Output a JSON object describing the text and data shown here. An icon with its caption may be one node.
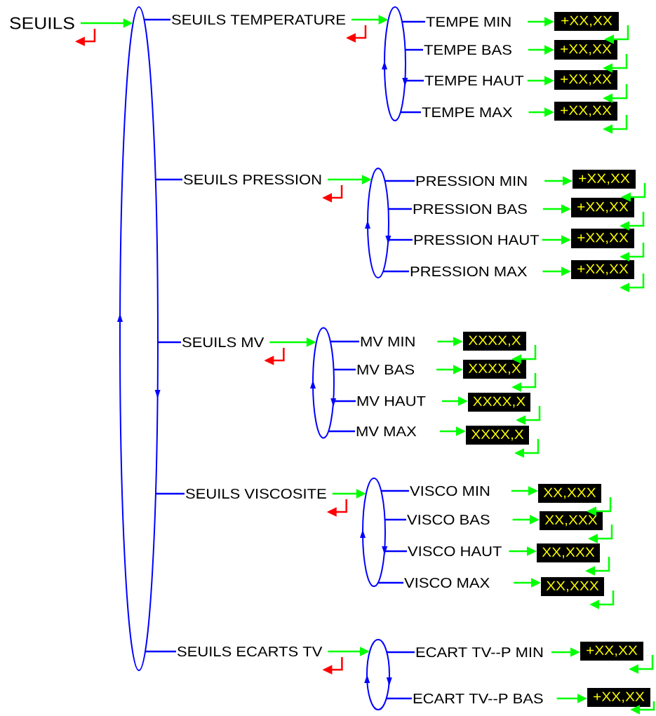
{
  "diagram": {
    "nodes": [
      {
        "text": [
          "SEUILS"
        ]
      },
      {
        "text": [],
        "shape": "ellipse"
      },
      {
        "text": [
          "SEUILS TEMPERATURE"
        ]
      },
      {
        "text": [],
        "shape": "ellipse"
      },
      {
        "text": [
          "TEMPE MIN"
        ]
      },
      {
        "text": [
          "+XX,XX"
        ]
      },
      {
        "text": [
          "TEMPE BAS"
        ]
      },
      {
        "text": [
          "+XX,XX"
        ]
      },
      {
        "text": [
          "TEMPE HAUT"
        ]
      },
      {
        "text": [
          "+XX,XX"
        ]
      },
      {
        "text": [
          "TEMPE MAX"
        ]
      },
      {
        "text": [
          "+XX,XX"
        ]
      },
      {
        "text": [
          "SEUILS PRESSION"
        ]
      },
      {
        "text": [],
        "shape": "ellipse"
      },
      {
        "text": [
          "PRESSION MIN"
        ]
      },
      {
        "text": [
          "+XX,XX"
        ]
      },
      {
        "text": [
          "PRESSION BAS"
        ]
      },
      {
        "text": [
          "+XX,XX"
        ]
      },
      {
        "text": [
          "PRESSION HAUT"
        ]
      },
      {
        "text": [
          "+XX,XX"
        ]
      },
      {
        "text": [
          "PRESSION MAX"
        ]
      },
      {
        "text": [
          "+XX,XX"
        ]
      },
      {
        "text": [
          "SEUILS MV"
        ]
      },
      {
        "text": [],
        "shape": "ellipse"
      },
      {
        "text": [
          "MV MIN"
        ]
      },
      {
        "text": [
          "XXXX,X"
        ]
      },
      {
        "text": [
          "MV BAS"
        ]
      },
      {
        "text": [
          "XXXX,X"
        ]
      },
      {
        "text": [
          "MV HAUT"
        ]
      },
      {
        "text": [
          "XXXX,X"
        ]
      },
      {
        "text": [
          "MV MAX"
        ]
      },
      {
        "text": [
          "XXXX,X"
        ]
      },
      {
        "text": [
          "SEUILS VISCOSITE"
        ]
      },
      {
        "text": [],
        "shape": "ellipse"
      },
      {
        "text": [
          "VISCO MIN"
        ]
      },
      {
        "text": [
          "XX,XXX"
        ]
      },
      {
        "text": [
          "VISCO BAS"
        ]
      },
      {
        "text": [
          "XX,XXX"
        ]
      },
      {
        "text": [
          "VISCO HAUT"
        ]
      },
      {
        "text": [
          "XX,XXX"
        ]
      },
      {
        "text": [
          "VISCO MAX"
        ]
      },
      {
        "text": [
          "XX,XXX"
        ]
      },
      {
        "text": [
          "SEUILS ECARTS TV"
        ]
      },
      {
        "text": [],
        "shape": "ellipse"
      },
      {
        "text": [
          "ECART TV--P MIN"
        ]
      },
      {
        "text": [
          "+XX,XX"
        ]
      },
      {
        "text": [
          "ECART TV--P BAS"
        ]
      },
      {
        "text": [
          "+XX,XX"
        ]
      }
    ],
    "edges": [
      {
        "from": 0,
        "to": 1,
        "arrow": "to"
      },
      {
        "from": null,
        "to": 0,
        "arrow": "to",
        "color": "#ff0000"
      },
      {
        "from": 1,
        "to": 2,
        "arrow": "none",
        "color": "#0000ff"
      },
      {
        "from": 2,
        "to": 3,
        "arrow": "to"
      },
      {
        "from": null,
        "to": 2,
        "arrow": "to",
        "color": "#ff0000"
      },
      {
        "from": 3,
        "to": 4,
        "arrow": "none",
        "color": "#0000ff"
      },
      {
        "from": 4,
        "to": 5,
        "arrow": "to"
      },
      {
        "from": null,
        "to": 5,
        "arrow": "to"
      },
      {
        "from": 3,
        "to": 6,
        "arrow": "none",
        "color": "#0000ff"
      },
      {
        "from": 6,
        "to": 7,
        "arrow": "to"
      },
      {
        "from": null,
        "to": 7,
        "arrow": "to"
      },
      {
        "from": 3,
        "to": 8,
        "arrow": "none",
        "color": "#0000ff"
      },
      {
        "from": 8,
        "to": 9,
        "arrow": "to"
      },
      {
        "from": null,
        "to": 9,
        "arrow": "to"
      },
      {
        "from": 3,
        "to": 10,
        "arrow": "none",
        "color": "#0000ff"
      },
      {
        "from": 10,
        "to": 11,
        "arrow": "to"
      },
      {
        "from": null,
        "to": 11,
        "arrow": "to"
      },
      {
        "from": 1,
        "to": 12,
        "arrow": "none",
        "color": "#0000ff"
      },
      {
        "from": 12,
        "to": 13,
        "arrow": "to"
      },
      {
        "from": null,
        "to": 12,
        "arrow": "to",
        "color": "#ff0000"
      },
      {
        "from": 13,
        "to": 14,
        "arrow": "none",
        "color": "#0000ff"
      },
      {
        "from": 14,
        "to": 15,
        "arrow": "to"
      },
      {
        "from": null,
        "to": 15,
        "arrow": "to"
      },
      {
        "from": 13,
        "to": 16,
        "arrow": "none",
        "color": "#0000ff"
      },
      {
        "from": 16,
        "to": 17,
        "arrow": "to"
      },
      {
        "from": null,
        "to": 17,
        "arrow": "to"
      },
      {
        "from": 13,
        "to": 18,
        "arrow": "none",
        "color": "#0000ff"
      },
      {
        "from": 18,
        "to": 19,
        "arrow": "to"
      },
      {
        "from": null,
        "to": 19,
        "arrow": "to"
      },
      {
        "from": 13,
        "to": 20,
        "arrow": "none",
        "color": "#0000ff"
      },
      {
        "from": 20,
        "to": 21,
        "arrow": "to"
      },
      {
        "from": null,
        "to": 21,
        "arrow": "to"
      },
      {
        "from": 1,
        "to": 22,
        "arrow": "none",
        "color": "#0000ff"
      },
      {
        "from": 22,
        "to": 23,
        "arrow": "to"
      },
      {
        "from": null,
        "to": 22,
        "arrow": "to",
        "color": "#ff0000"
      },
      {
        "from": 23,
        "to": 24,
        "arrow": "none",
        "color": "#0000ff"
      },
      {
        "from": 24,
        "to": 25,
        "arrow": "to"
      },
      {
        "from": null,
        "to": 25,
        "arrow": "to"
      },
      {
        "from": 23,
        "to": 26,
        "arrow": "none",
        "color": "#0000ff"
      },
      {
        "from": 26,
        "to": 27,
        "arrow": "to"
      },
      {
        "from": null,
        "to": 27,
        "arrow": "to"
      },
      {
        "from": 23,
        "to": 28,
        "arrow": "none",
        "color": "#0000ff"
      },
      {
        "from": 28,
        "to": 29,
        "arrow": "to"
      },
      {
        "from": null,
        "to": 29,
        "arrow": "to"
      },
      {
        "from": 23,
        "to": 30,
        "arrow": "none",
        "color": "#0000ff"
      },
      {
        "from": 30,
        "to": 31,
        "arrow": "to"
      },
      {
        "from": null,
        "to": 31,
        "arrow": "to"
      },
      {
        "from": 1,
        "to": 32,
        "arrow": "none",
        "color": "#0000ff"
      },
      {
        "from": 32,
        "to": 33,
        "arrow": "to"
      },
      {
        "from": null,
        "to": 32,
        "arrow": "to",
        "color": "#ff0000"
      },
      {
        "from": 33,
        "to": 34,
        "arrow": "none",
        "color": "#0000ff"
      },
      {
        "from": 34,
        "to": 35,
        "arrow": "to"
      },
      {
        "from": null,
        "to": 35,
        "arrow": "to"
      },
      {
        "from": 33,
        "to": 36,
        "arrow": "none",
        "color": "#0000ff"
      },
      {
        "from": 36,
        "to": 37,
        "arrow": "to"
      },
      {
        "from": null,
        "to": 37,
        "arrow": "to"
      },
      {
        "from": 33,
        "to": 38,
        "arrow": "none",
        "color": "#0000ff"
      },
      {
        "from": 38,
        "to": 39,
        "arrow": "to"
      },
      {
        "from": null,
        "to": 39,
        "arrow": "to"
      },
      {
        "from": 33,
        "to": 40,
        "arrow": "none",
        "color": "#0000ff"
      },
      {
        "from": 40,
        "to": 41,
        "arrow": "to"
      },
      {
        "from": null,
        "to": 41,
        "arrow": "to"
      },
      {
        "from": 1,
        "to": 42,
        "arrow": "none",
        "color": "#0000ff"
      },
      {
        "from": 42,
        "to": 43,
        "arrow": "to"
      },
      {
        "from": null,
        "to": 42,
        "arrow": "to",
        "color": "#ff0000"
      },
      {
        "from": 43,
        "to": 44,
        "arrow": "none",
        "color": "#0000ff"
      },
      {
        "from": 44,
        "to": 45,
        "arrow": "to"
      },
      {
        "from": null,
        "to": 45,
        "arrow": "to"
      },
      {
        "from": 43,
        "to": 46,
        "arrow": "none",
        "color": "#0000ff"
      },
      {
        "from": 46,
        "to": 47,
        "arrow": "to"
      },
      {
        "from": null,
        "to": 47,
        "arrow": "to"
      }
    ]
  }
}
